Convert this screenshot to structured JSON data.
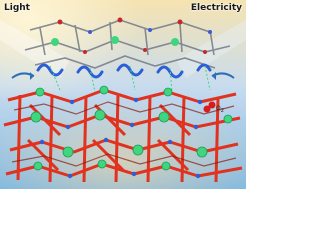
{
  "labels": {
    "left": "Light",
    "right": "Electricity",
    "molecule": "O",
    "molecule_subscript": "2"
  },
  "colors": {
    "sky_top": "#f4d9a0",
    "sky_bottom": "#8fc3e6",
    "upper_framework": "#8a8f9a",
    "lower_framework": "#e0321f",
    "metal_node": "#34d17a",
    "linker_blue": "#2b5fd9",
    "oxygen_red": "#d81b1b"
  }
}
